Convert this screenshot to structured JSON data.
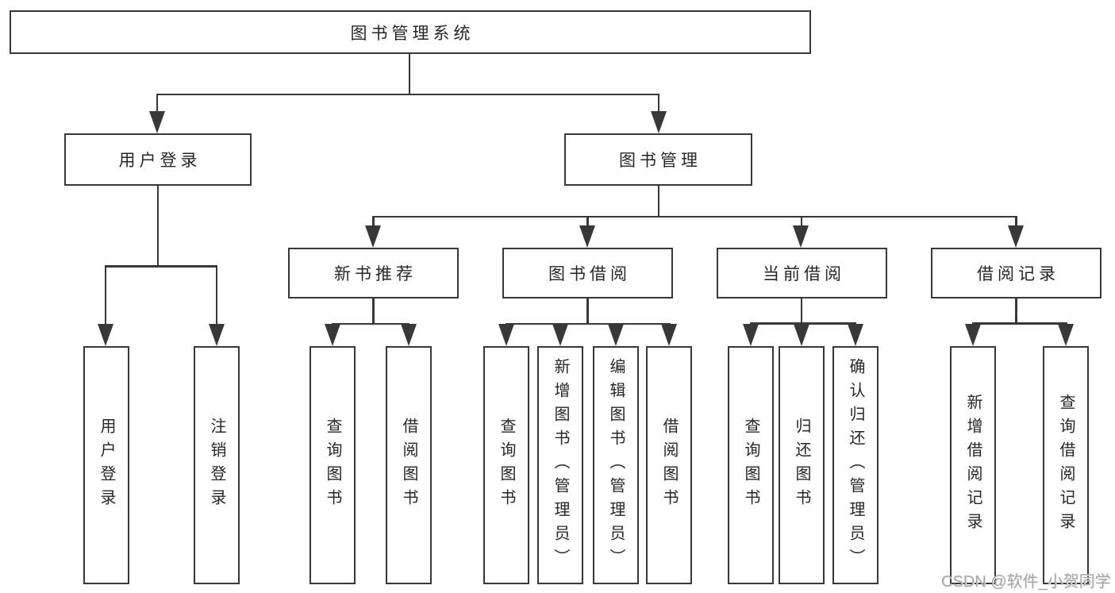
{
  "diagram_type": "functional-structure-tree",
  "colors": {
    "line": "#383838",
    "text": "#262626",
    "background": "#ffffff",
    "watermark": "#a6a6a6"
  },
  "watermark": {
    "text": "CSDN @软件_小贺同学"
  },
  "tree": {
    "label": "图书管理系统",
    "children": [
      {
        "label": "用户登录",
        "children": [
          {
            "label": "用户登录"
          },
          {
            "label": "注销登录"
          }
        ]
      },
      {
        "label": "图书管理",
        "children": [
          {
            "label": "新书推荐",
            "children": [
              {
                "label": "查询图书"
              },
              {
                "label": "借阅图书"
              }
            ]
          },
          {
            "label": "图书借阅",
            "children": [
              {
                "label": "查询图书"
              },
              {
                "label": "新增图书（管理员）"
              },
              {
                "label": "编辑图书（管理员）"
              },
              {
                "label": "借阅图书"
              }
            ]
          },
          {
            "label": "当前借阅",
            "children": [
              {
                "label": "查询图书"
              },
              {
                "label": "归还图书"
              },
              {
                "label": "确认归还（管理员）"
              }
            ]
          },
          {
            "label": "借阅记录",
            "children": [
              {
                "label": "新增借阅记录"
              },
              {
                "label": "查询借阅记录"
              }
            ]
          }
        ]
      }
    ]
  }
}
